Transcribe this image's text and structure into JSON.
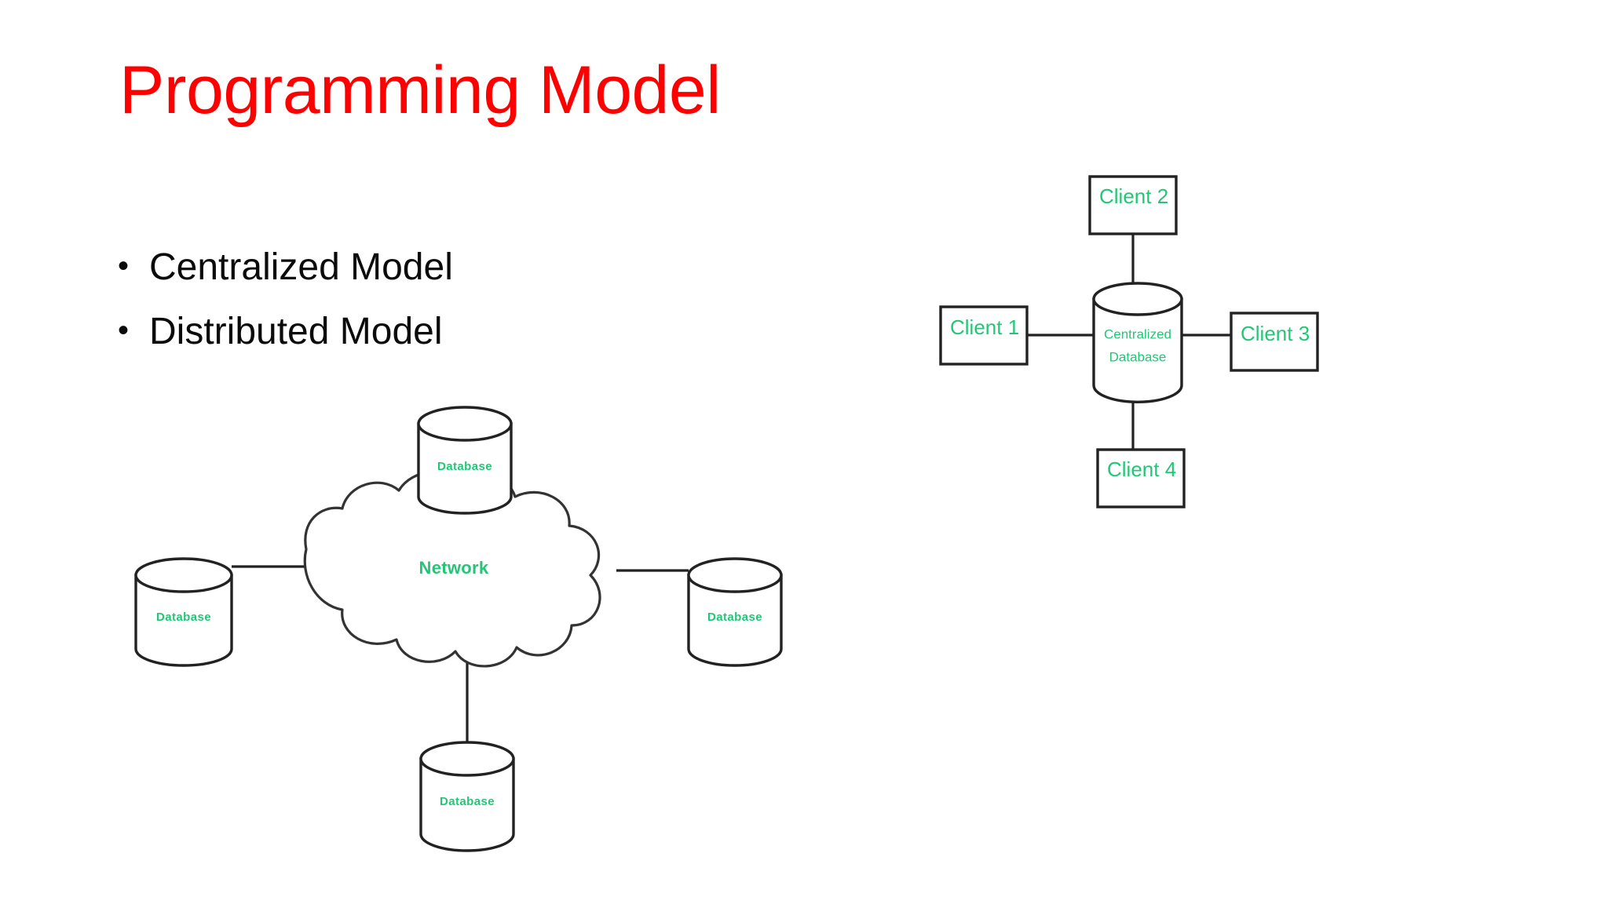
{
  "slide": {
    "title": "Programming Model",
    "title_color": "#ff0000",
    "background_color": "#ffffff",
    "body_text_color": "#0b0b0b",
    "diagram_label_color": "#22c776",
    "diagram_stroke_color": "#222222"
  },
  "bullets": [
    {
      "marker": "•",
      "text": "Centralized Model"
    },
    {
      "marker": "•",
      "text": "Distributed Model"
    }
  ],
  "centralized_diagram": {
    "name": "centralized-model-diagram",
    "center": {
      "label_line1": "Centralized",
      "label_line2": "Database",
      "shape": "cylinder"
    },
    "clients": [
      {
        "id": "client-1",
        "label": "Client 1",
        "position": "left"
      },
      {
        "id": "client-2",
        "label": "Client 2",
        "position": "top"
      },
      {
        "id": "client-3",
        "label": "Client 3",
        "position": "right"
      },
      {
        "id": "client-4",
        "label": "Client 4",
        "position": "bottom"
      }
    ]
  },
  "distributed_diagram": {
    "name": "distributed-model-diagram",
    "center": {
      "label": "Network",
      "shape": "cloud"
    },
    "nodes": [
      {
        "id": "database-top",
        "label": "Database",
        "position": "top",
        "shape": "cylinder"
      },
      {
        "id": "database-left",
        "label": "Database",
        "position": "left",
        "shape": "cylinder"
      },
      {
        "id": "database-right",
        "label": "Database",
        "position": "right",
        "shape": "cylinder"
      },
      {
        "id": "database-bottom",
        "label": "Database",
        "position": "bottom",
        "shape": "cylinder"
      }
    ]
  }
}
